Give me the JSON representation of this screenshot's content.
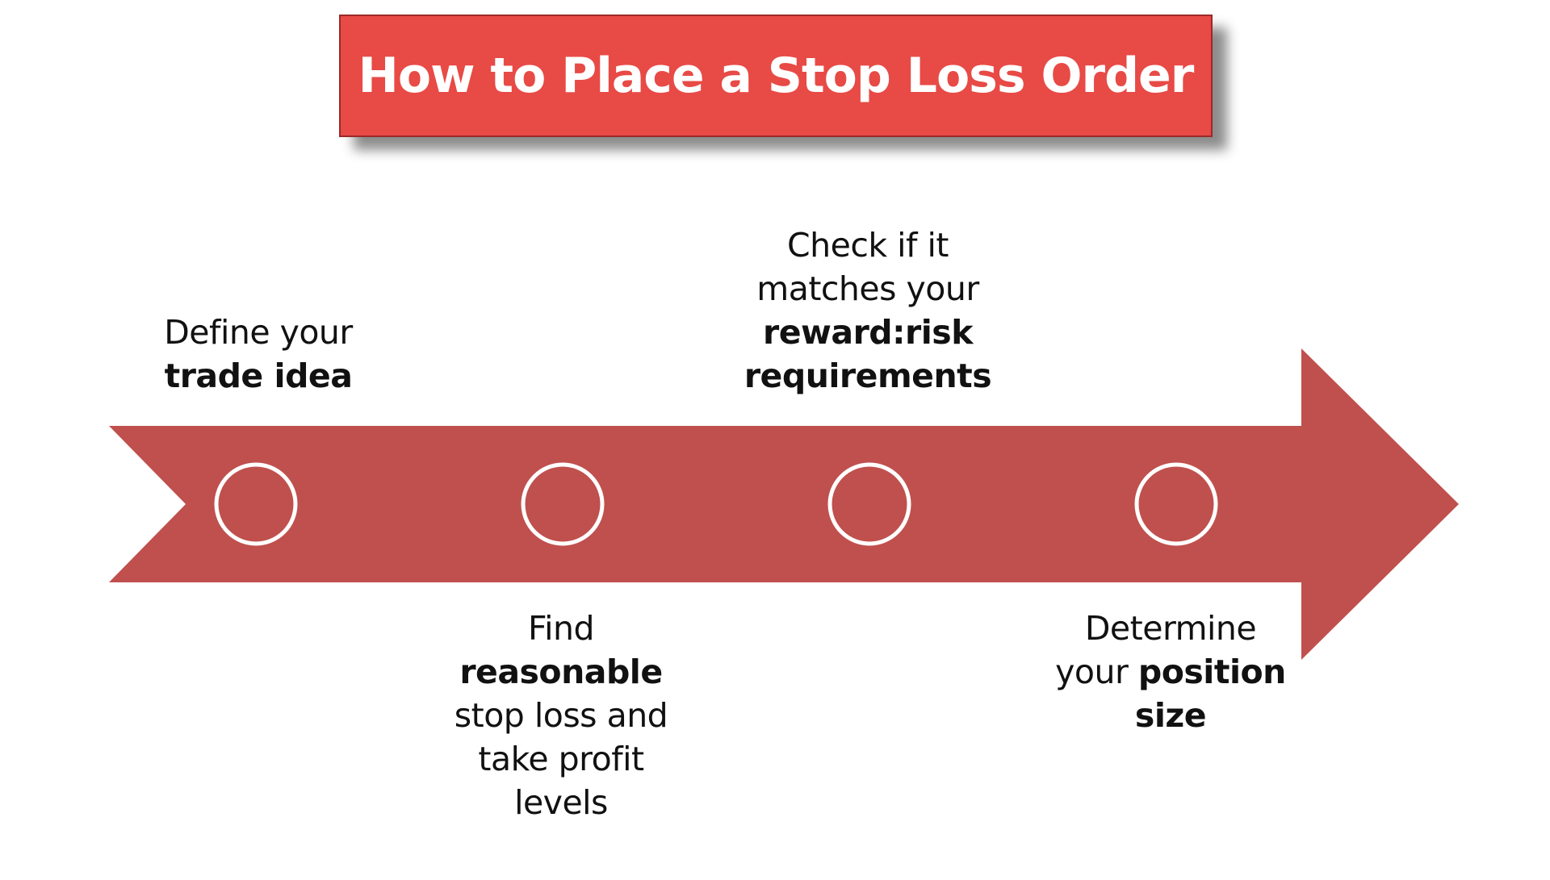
{
  "title": "How to Place a Stop Loss Order",
  "colors": {
    "title_fill": "#e84a46",
    "arrow_fill": "#c0504d",
    "circle_stroke": "#ffffff"
  },
  "steps": [
    {
      "lines": [
        [
          {
            "text": "Define your",
            "bold": false
          }
        ],
        [
          {
            "text": "trade idea",
            "bold": true
          }
        ]
      ]
    },
    {
      "lines": [
        [
          {
            "text": "Find",
            "bold": false
          }
        ],
        [
          {
            "text": "reasonable",
            "bold": true
          }
        ],
        [
          {
            "text": "stop loss and",
            "bold": false
          }
        ],
        [
          {
            "text": "take profit",
            "bold": false
          }
        ],
        [
          {
            "text": "levels",
            "bold": false
          }
        ]
      ]
    },
    {
      "lines": [
        [
          {
            "text": "Check if it",
            "bold": false
          }
        ],
        [
          {
            "text": "matches your",
            "bold": false
          }
        ],
        [
          {
            "text": "reward:risk",
            "bold": true
          }
        ],
        [
          {
            "text": "requirements",
            "bold": true
          }
        ]
      ]
    },
    {
      "lines": [
        [
          {
            "text": "Determine",
            "bold": false
          }
        ],
        [
          {
            "text": "your ",
            "bold": false
          },
          {
            "text": "position",
            "bold": true
          }
        ],
        [
          {
            "text": "size",
            "bold": true
          }
        ]
      ]
    }
  ]
}
